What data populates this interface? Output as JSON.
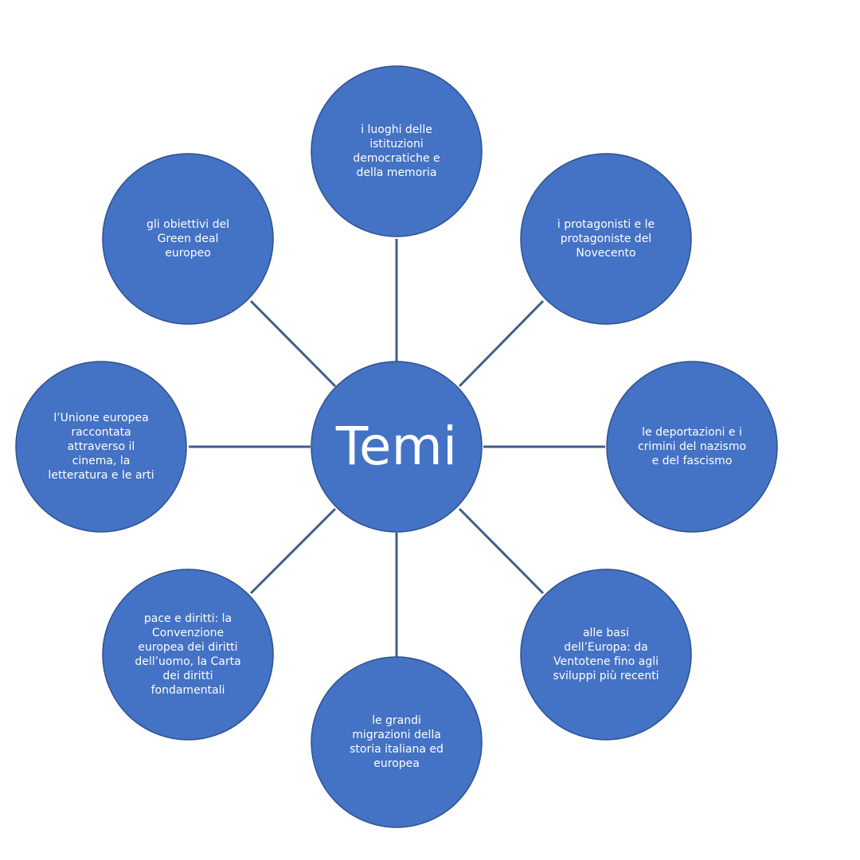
{
  "diagram": {
    "center": {
      "label": "Temi"
    },
    "nodes": [
      {
        "label": "i luoghi  delle\nistituzioni\ndemocratiche   e\ndella  memoria"
      },
      {
        "label": "i protagonisti   e le\nprotagoniste   del\nNovecento"
      },
      {
        "label": "le deportazioni   e i\ncrimini  del  nazismo\ne del fascismo"
      },
      {
        "label": "alle basi\ndell’Europa:  da\nVentotene  fino agli\nsviluppi  più recenti"
      },
      {
        "label": "le grandi\nmigrazioni  della\nstoria italiana  ed\neuropea"
      },
      {
        "label": "pace e diritti:  la\nConvenzione\neuropea  dei diritti\ndell’uomo,  la Carta\ndei diritti\nfondamentali"
      },
      {
        "label": "l’Unione  europea\nraccontata\nattraverso  il\ncinema,  la\nletteratura   e le arti"
      },
      {
        "label": "gli obiettivi  del\nGreen  deal\neuropeo"
      }
    ],
    "colors": {
      "node_fill": "#4472c4",
      "node_border": "#2f528f",
      "connector": "#3f5f86",
      "text": "#ffffff"
    }
  }
}
